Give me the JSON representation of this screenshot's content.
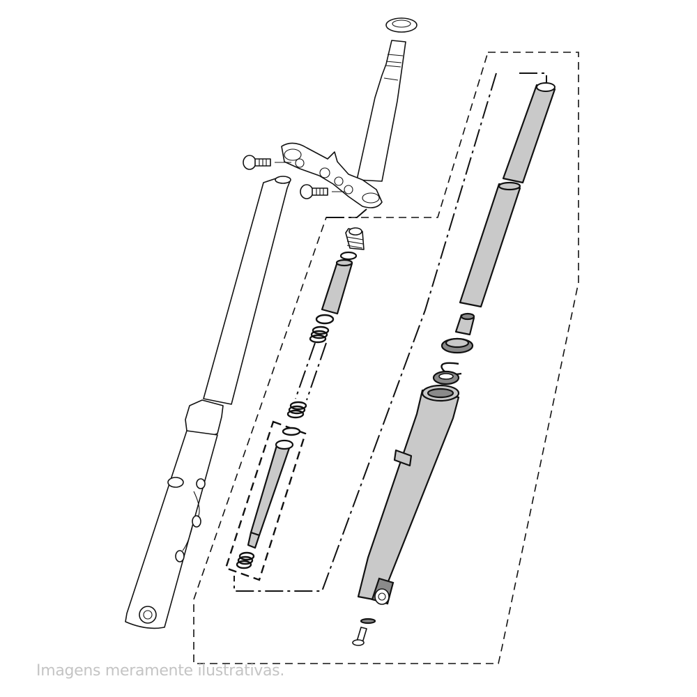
{
  "diagram": {
    "type": "exploded-parts-view",
    "subject": "motorcycle front fork assembly",
    "caption": "Imagens meramente ilustrativas.",
    "colors": {
      "line": "#111111",
      "highlight_fill": "#c9c9c9",
      "dark_fill": "#8a8a8a",
      "caption": "#c4c4c4"
    },
    "parts": [
      {
        "id": "steering-stem-cap",
        "group": "triple-clamp"
      },
      {
        "id": "steering-stem",
        "group": "triple-clamp"
      },
      {
        "id": "lower-triple-clamp",
        "group": "triple-clamp"
      },
      {
        "id": "clamp-bolt-upper",
        "group": "triple-clamp"
      },
      {
        "id": "clamp-bolt-lower",
        "group": "triple-clamp"
      },
      {
        "id": "fork-assembly-left",
        "group": "assembled-fork"
      },
      {
        "id": "fork-cap-bolt",
        "group": "internals"
      },
      {
        "id": "o-ring",
        "group": "internals"
      },
      {
        "id": "spacer-pipe",
        "group": "internals"
      },
      {
        "id": "spring-seat",
        "group": "internals"
      },
      {
        "id": "fork-spring",
        "group": "internals"
      },
      {
        "id": "damper-rod-ring",
        "group": "damper"
      },
      {
        "id": "damper-rod",
        "group": "damper"
      },
      {
        "id": "rebound-spring",
        "group": "damper"
      },
      {
        "id": "inner-tube-upper",
        "group": "tubes"
      },
      {
        "id": "inner-tube-lower",
        "group": "tubes"
      },
      {
        "id": "oil-lock-piece",
        "group": "tubes"
      },
      {
        "id": "dust-seal",
        "group": "tubes"
      },
      {
        "id": "circlip",
        "group": "tubes"
      },
      {
        "id": "oil-seal",
        "group": "tubes"
      },
      {
        "id": "outer-tube",
        "group": "tubes"
      },
      {
        "id": "gasket-washer",
        "group": "tubes"
      },
      {
        "id": "damper-bolt",
        "group": "tubes"
      }
    ]
  }
}
